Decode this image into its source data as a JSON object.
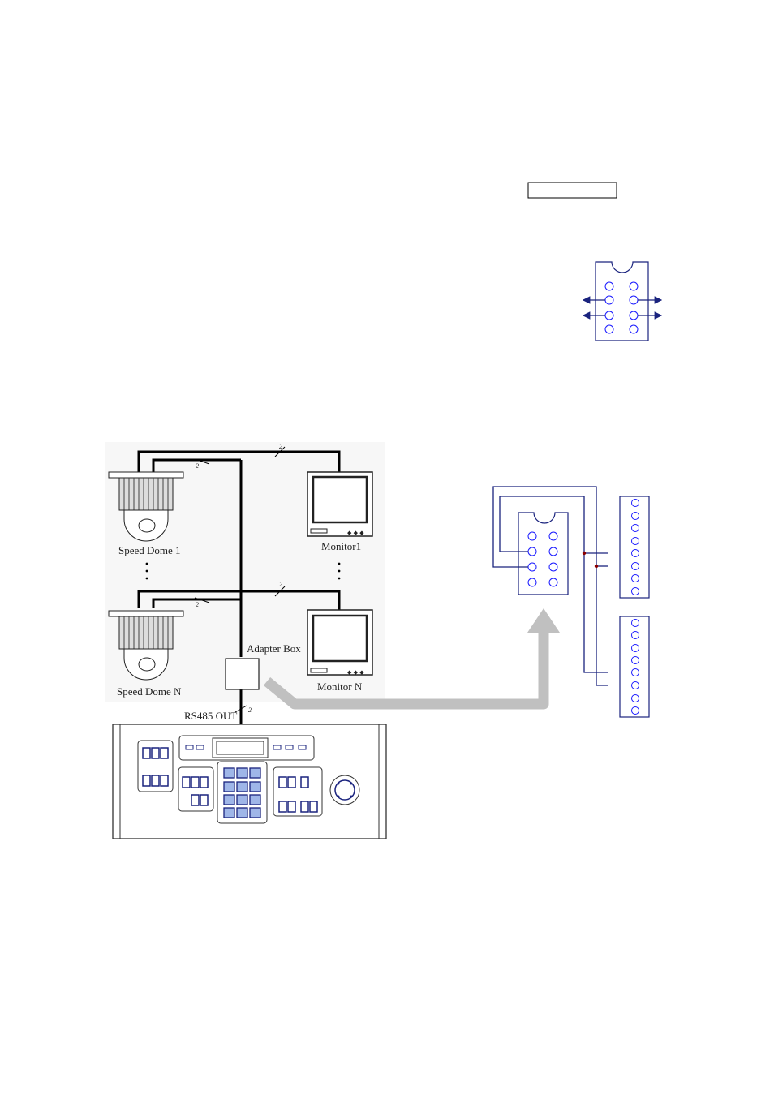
{
  "labels": {
    "speed_dome_1": "Speed Dome 1",
    "speed_dome_n": "Speed Dome N",
    "monitor_1": "Monitor1",
    "monitor_n": "Monitor N",
    "adapter_box": "Adapter Box",
    "rs485_out": "RS485 OUT",
    "wire_count": "2"
  },
  "colors": {
    "line": "#000000",
    "connector": "#1a237e",
    "pin": "#1a1aff",
    "arrow": "#c0c0c0",
    "junction": "#8b0000",
    "diagram_bg": "#f7f7f7"
  }
}
